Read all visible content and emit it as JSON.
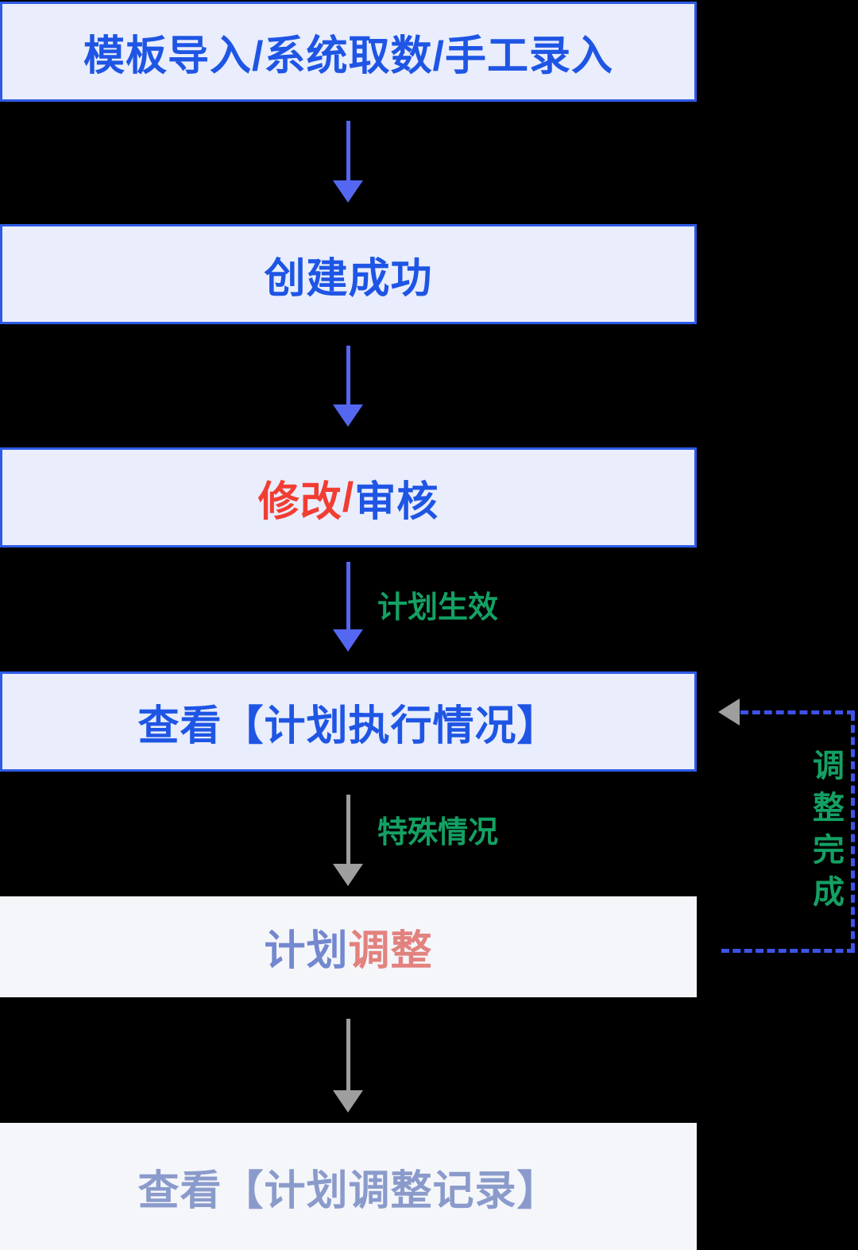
{
  "flow": {
    "boxes": [
      {
        "id": "entry",
        "label": "模板导入/系统取数/手工录入",
        "style": "solid"
      },
      {
        "id": "created",
        "label": "创建成功",
        "style": "solid"
      },
      {
        "id": "modify-review",
        "style": "solid",
        "segments": [
          {
            "text": "修改",
            "color": "#f23d33"
          },
          {
            "text": "/",
            "color": "#f23d33"
          },
          {
            "text": "审核",
            "color": "#1e55e4"
          }
        ]
      },
      {
        "id": "view-execution",
        "label": "查看【计划执行情况】",
        "style": "solid"
      },
      {
        "id": "plan-adjust",
        "style": "faded",
        "segments": [
          {
            "text": "计划",
            "color": "#7488cf"
          },
          {
            "text": "调整",
            "color": "#e2827e"
          }
        ]
      },
      {
        "id": "view-records",
        "label": "查看【计划调整记录】",
        "style": "faded"
      }
    ],
    "edge_labels": {
      "plan_effective": "计划生效",
      "special_case": "特殊情况",
      "adjust_done": "调整完成"
    }
  },
  "colors": {
    "background": "#000000",
    "node_fill": "#e9edfc",
    "node_border": "#2e5be6",
    "node_text_blue": "#1e55e4",
    "node_fill_faded": "#f5f6fa",
    "node_text_faded": "#8a9bcb",
    "accent_red": "#f23d33",
    "accent_salmon": "#e2827e",
    "accent_periwinkle": "#7488cf",
    "arrow_blue": "#5467f0",
    "arrow_gray": "#9e9e9e",
    "dashed_connector_blue": "#3e52e8",
    "edge_label_green": "#13a163"
  }
}
